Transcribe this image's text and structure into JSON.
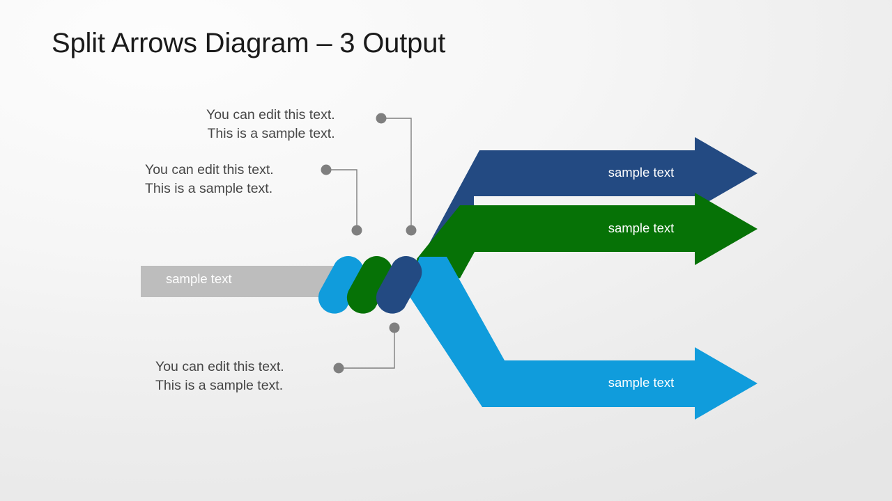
{
  "slide": {
    "title": "Split Arrows Diagram – 3 Output",
    "background_color": "#f1f1f1"
  },
  "colors": {
    "navy": "#234A82",
    "green": "#067206",
    "light_blue": "#109CDC",
    "gray_input": "#BDBDBD",
    "connector": "#7F7F7F",
    "text_dark": "#464646",
    "text_light": "#ffffff"
  },
  "input": {
    "label": "sample text",
    "color": "#BDBDBD"
  },
  "split_node": {
    "bars": [
      {
        "name": "bar-light-blue",
        "color": "#109CDC"
      },
      {
        "name": "bar-green",
        "color": "#067206"
      },
      {
        "name": "bar-navy",
        "color": "#234A82"
      }
    ]
  },
  "outputs": [
    {
      "id": "output-navy",
      "label": "sample text",
      "color": "#234A82"
    },
    {
      "id": "output-green",
      "label": "sample text",
      "color": "#067206"
    },
    {
      "id": "output-blue",
      "label": "sample text",
      "color": "#109CDC"
    }
  ],
  "callouts": [
    {
      "id": "callout-top",
      "line1": "You can edit this text.",
      "line2": "This is a sample text."
    },
    {
      "id": "callout-middle",
      "line1": "You can edit this text.",
      "line2": "This is a sample text."
    },
    {
      "id": "callout-bottom",
      "line1": "You can edit this text.",
      "line2": "This is a sample text."
    }
  ]
}
